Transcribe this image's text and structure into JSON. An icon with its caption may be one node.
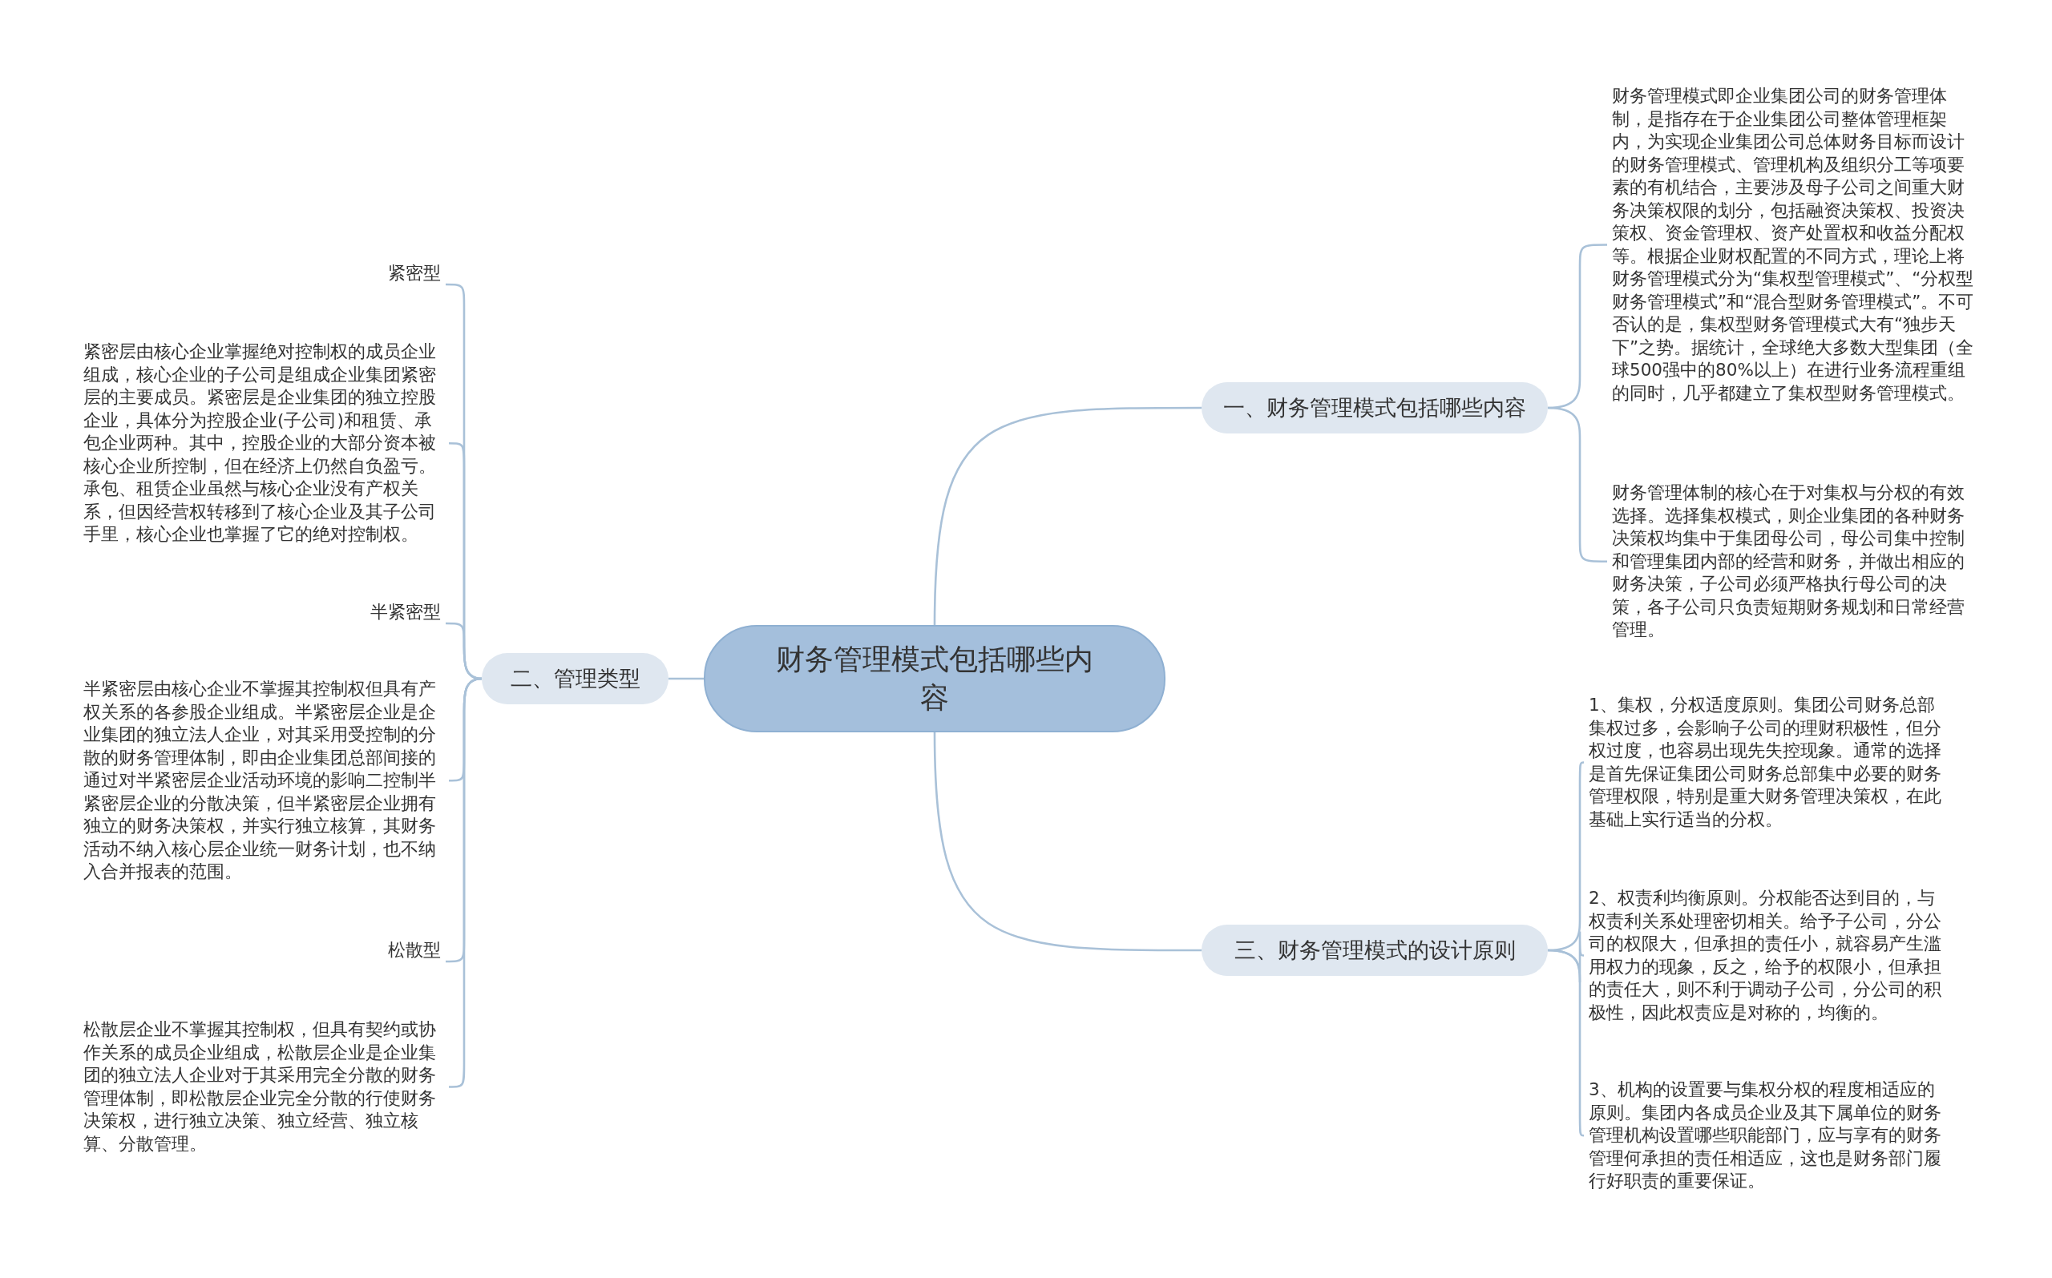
{
  "diagram": {
    "nodes": [
      {
        "text": [
          "财务管理模式包括哪些内容"
        ]
      },
      {
        "text": [
          "一、财务管理模式包括哪些内容"
        ]
      },
      {
        "text": [
          "财务管理模式即企业集团公司的财务管理体制，是指存在于企业集团公司整体管理框架内，为实现企业集团公司总体财务目标而设计的财务管理模式、管理机构及组织分工等项要素的有机结合，主要涉及母子公司之间重大财务决策权限的划分，包括融资决策权、投资决策权、资金管理权、资产处置权和收益分配权等。根据企业财权配置的不同方式，理论上将财务管理模式分为“集权型管理模式”、“分权型财务管理模式”和“混合型财务管理模式”。不可否认的是，集权型财务管理模式大有“独步天下”之势。据统计，全球绝大多数大型集团（全球500强中的80%以上）在进行业务流程重组的同时，几乎都建立了集权型财务管理模式。"
        ]
      },
      {
        "text": [
          "财务管理体制的核心在于对集权与分权的有效选择。选择集权模式，则企业集团的各种财务决策权均集中于集团母公司，母公司集中控制和管理集团内部的经营和财务，并做出相应的财务决策，子公司必须严格执行母公司的决策，各子公司只负责短期财务规划和日常经营管理。"
        ]
      },
      {
        "text": [
          "二、管理类型"
        ]
      },
      {
        "text": [
          "紧密型"
        ]
      },
      {
        "text": [
          "紧密层由核心企业掌握绝对控制权的成员企业组成，核心企业的子公司是组成企业集团紧密层的主要成员。紧密层是企业集团的独立控股企业，具体分为控股企业(子公司)和租赁、承包企业两种。其中，控股企业的大部分资本被核心企业所控制，但在经济上仍然自负盈亏。承包、租赁企业虽然与核心企业没有产权关系，但因经营权转移到了核心企业及其子公司手里，核心企业也掌握了它的绝对控制权。"
        ]
      },
      {
        "text": [
          "半紧密型"
        ]
      },
      {
        "text": [
          "半紧密层由核心企业不掌握其控制权但具有产权关系的各参股企业组成。半紧密层企业是企业集团的独立法人企业，对其采用受控制的分散的财务管理体制，即由企业集团总部间接的通过对半紧密层企业活动环境的影响二控制半紧密层企业的分散决策，但半紧密层企业拥有独立的财务决策权，并实行独立核算，其财务活动不纳入核心层企业统一财务计划，也不纳入合并报表的范围。"
        ]
      },
      {
        "text": [
          "松散型"
        ]
      },
      {
        "text": [
          "松散层企业不掌握其控制权，但具有契约或协作关系的成员企业组成，松散层企业是企业集团的独立法人企业对于其采用完全分散的财务管理体制，即松散层企业完全分散的行使财务决策权，进行独立决策、独立经营、独立核算、分散管理。"
        ]
      },
      {
        "text": [
          "三、财务管理模式的设计原则"
        ]
      },
      {
        "text": [
          "1、集权，分权适度原则。集团公司财务总部集权过多，会影响子公司的理财积极性，但分权过度，也容易出现先失控现象。通常的选择是首先保证集团公司财务总部集中必要的财务管理权限，特别是重大财务管理决策权，在此基础上实行适当的分权。"
        ]
      },
      {
        "text": [
          "2、权责利均衡原则。分权能否达到目的，与权责利关系处理密切相关。给予子公司，分公司的权限大，但承担的责任小，就容易产生滥用权力的现象，反之，给予的权限小，但承担的责任大，则不利于调动子公司，分公司的积极性，因此权责应是对称的，均衡的。"
        ]
      },
      {
        "text": [
          "3、机构的设置要与集权分权的程度相适应的原则。集团内各成员企业及其下属单位的财务管理机构设置哪些职能部门，应与享有的财务管理何承担的责任相适应，这也是财务部门履行好职责的重要保证。"
        ]
      }
    ],
    "edges": [
      {
        "from": 0,
        "to": 1,
        "arrow": "none"
      },
      {
        "from": 1,
        "to": 2,
        "arrow": "none"
      },
      {
        "from": 1,
        "to": 3,
        "arrow": "none"
      },
      {
        "from": 0,
        "to": 4,
        "arrow": "none"
      },
      {
        "from": 4,
        "to": 5,
        "arrow": "none"
      },
      {
        "from": 4,
        "to": 6,
        "arrow": "none"
      },
      {
        "from": 4,
        "to": 7,
        "arrow": "none"
      },
      {
        "from": 4,
        "to": 8,
        "arrow": "none"
      },
      {
        "from": 4,
        "to": 9,
        "arrow": "none"
      },
      {
        "from": 4,
        "to": 10,
        "arrow": "none"
      },
      {
        "from": 0,
        "to": 11,
        "arrow": "none"
      },
      {
        "from": 11,
        "to": 12,
        "arrow": "none"
      },
      {
        "from": 11,
        "to": 13,
        "arrow": "none"
      },
      {
        "from": 11,
        "to": 14,
        "arrow": "none"
      }
    ]
  }
}
